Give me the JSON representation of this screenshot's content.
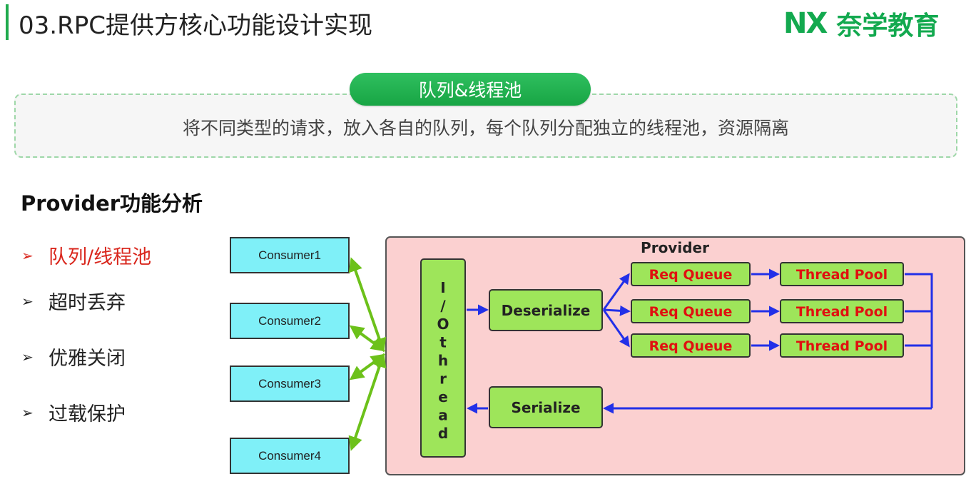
{
  "header": {
    "title": "03.RPC提供方核心功能设计实现",
    "logo_mark": "NX",
    "logo_text": "奈学教育",
    "accent_color": "#1faa4d"
  },
  "note": {
    "pill_label": "队列&线程池",
    "text": "将不同类型的请求，放入各自的队列，每个队列分配独立的线程池，资源隔离"
  },
  "section": {
    "title": "Provider功能分析",
    "items": [
      {
        "label": "队列/线程池",
        "active": true
      },
      {
        "label": "超时丢弃",
        "active": false
      },
      {
        "label": "优雅关闭",
        "active": false
      },
      {
        "label": "过载保护",
        "active": false
      }
    ]
  },
  "diagram": {
    "consumers": [
      "Consumer1",
      "Consumer2",
      "Consumer3",
      "Consumer4"
    ],
    "provider_label": "Provider",
    "io_thread_label": "I/Othread",
    "deserialize_label": "Deserialize",
    "serialize_label": "Serialize",
    "req_queue_label": "Req Queue",
    "thread_pool_label": "Thread Pool",
    "colors": {
      "consumer_fill": "#7ff0f8",
      "provider_fill": "#fbd0d0",
      "node_fill": "#9ee55a",
      "queue_text": "#e01010",
      "green_arrow": "#6cc11a",
      "blue_arrow": "#2230e8"
    }
  }
}
